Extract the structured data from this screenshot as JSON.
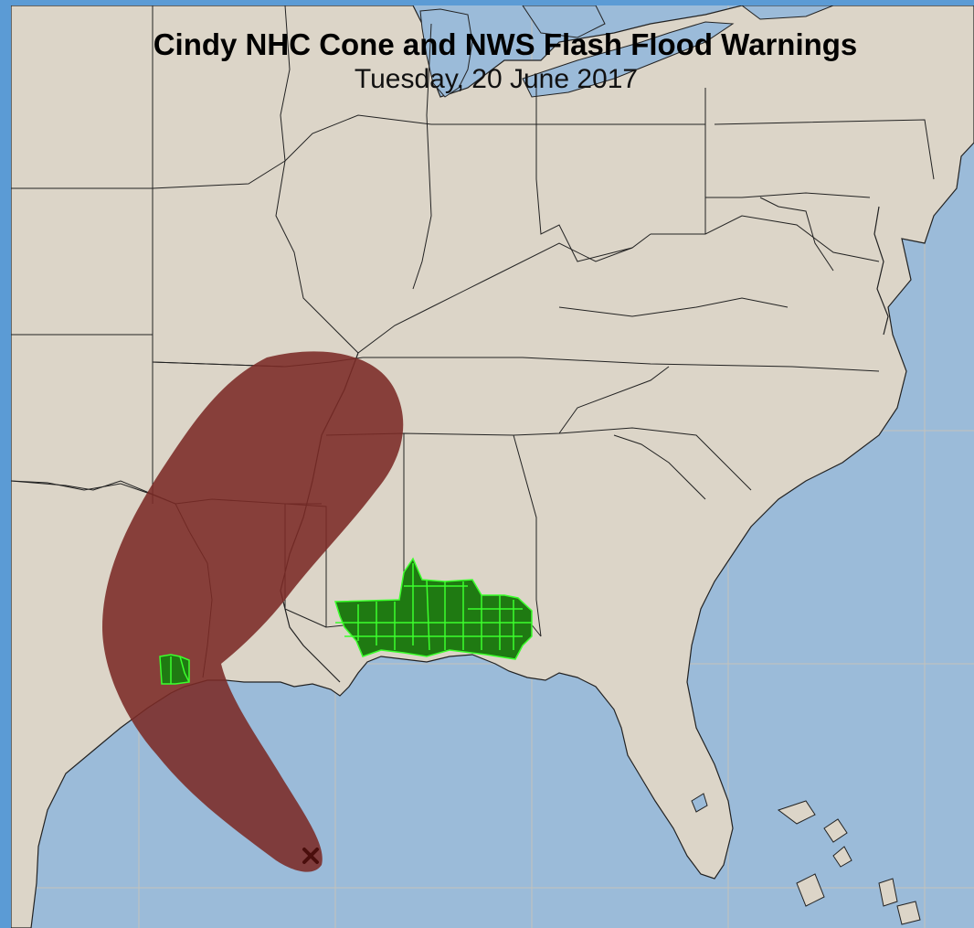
{
  "map": {
    "title": "Cindy NHC Cone and NWS Flash Flood Warnings",
    "subtitle": "Tuesday, 20 June 2017",
    "colors": {
      "land": "#dcd5c8",
      "water": "#9bbbd9",
      "frame": "#5b9bd5",
      "cone_fill": "#7b2a26",
      "warning_fill": "#1f7a12",
      "warning_stroke": "#3cff2c",
      "state_border": "#222222",
      "graticule": "#c9c4b8"
    },
    "storm_marker_icon": "x-mark"
  }
}
